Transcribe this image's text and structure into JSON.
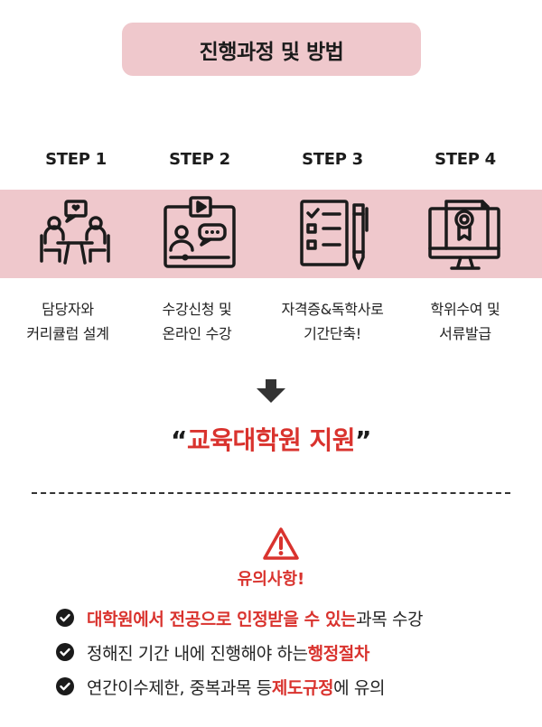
{
  "header": {
    "title": "진행과정 및 방법"
  },
  "steps": [
    {
      "label": "STEP 1",
      "icon": "consultation-meeting-icon",
      "desc": [
        "담당자와",
        "커리큘럼 설계"
      ]
    },
    {
      "label": "STEP 2",
      "icon": "online-video-class-icon",
      "desc": [
        "수강신청 및",
        "온라인 수강"
      ]
    },
    {
      "label": "STEP 3",
      "icon": "checklist-pencil-icon",
      "desc": [
        "자격증&독학사로",
        "기간단축!"
      ]
    },
    {
      "label": "STEP 4",
      "icon": "certificate-monitor-icon",
      "desc": [
        "학위수여 및",
        "서류발급"
      ]
    }
  ],
  "tagline": {
    "open_quote": "“",
    "text": "교육대학원 지원",
    "close_quote": "”"
  },
  "notice": {
    "title": "유의사항!",
    "items": [
      {
        "highlight": "대학원에서 전공으로 인정받을 수 있는",
        "rest": " 과목 수강"
      },
      {
        "lead": "정해진 기간 내에 진행해야 하는 ",
        "highlight": "행정절차"
      },
      {
        "lead": "연간이수제한, 중복과목 등 ",
        "highlight": "제도규정",
        "rest": "에 유의"
      }
    ]
  },
  "colors": {
    "band": "#efc8cc",
    "accent_red": "#d9332e",
    "text_dark": "#1b1b1b"
  }
}
